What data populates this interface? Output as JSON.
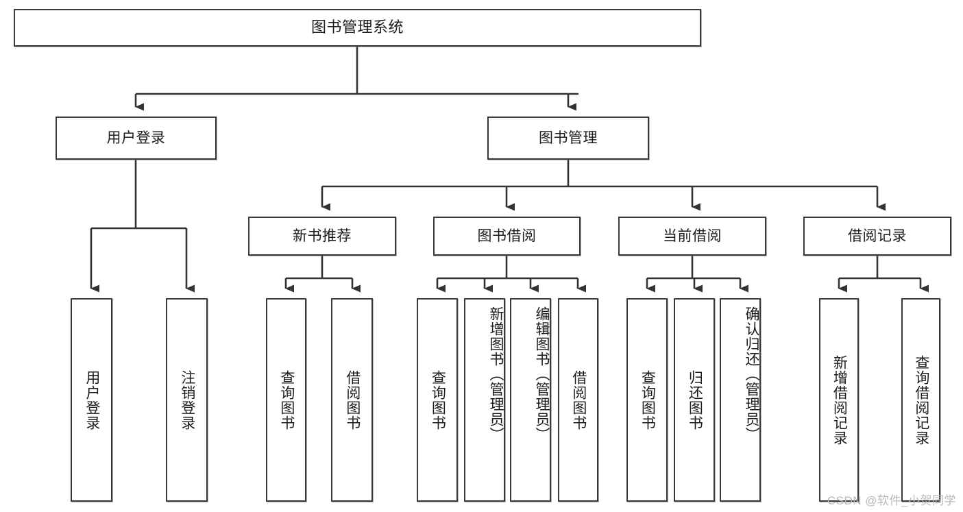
{
  "diagram": {
    "type": "tree-hierarchy",
    "title": "图书管理系统",
    "watermark": "CSDN @软件_小贺同学",
    "colors": {
      "box_border": "#3a3a3a",
      "box_fill": "#ffffff",
      "connector": "#333333",
      "text": "#1c1c1c",
      "watermark": "#b9b9b9"
    },
    "levels": {
      "level0": [
        {
          "id": "root",
          "label": "图书管理系统",
          "orientation": "horizontal"
        }
      ],
      "level1": [
        {
          "id": "login",
          "label": "用户登录",
          "orientation": "horizontal"
        },
        {
          "id": "bookmgmt",
          "label": "图书管理",
          "orientation": "horizontal"
        }
      ],
      "level2": [
        {
          "id": "recommend",
          "label": "新书推荐",
          "orientation": "horizontal",
          "parent": "bookmgmt"
        },
        {
          "id": "borrow",
          "label": "图书借阅",
          "orientation": "horizontal",
          "parent": "bookmgmt"
        },
        {
          "id": "current",
          "label": "当前借阅",
          "orientation": "horizontal",
          "parent": "bookmgmt"
        },
        {
          "id": "records",
          "label": "借阅记录",
          "orientation": "horizontal",
          "parent": "bookmgmt"
        }
      ],
      "level3": [
        {
          "id": "leaf-user-login",
          "label": "用户登录",
          "orientation": "vertical",
          "parent": "login"
        },
        {
          "id": "leaf-logout",
          "label": "注销登录",
          "orientation": "vertical",
          "parent": "login"
        },
        {
          "id": "leaf-query-book-1",
          "label": "查询图书",
          "orientation": "vertical",
          "parent": "recommend"
        },
        {
          "id": "leaf-borrow-book-1",
          "label": "借阅图书",
          "orientation": "vertical",
          "parent": "recommend"
        },
        {
          "id": "leaf-query-book-2",
          "label": "查询图书",
          "orientation": "vertical",
          "parent": "borrow"
        },
        {
          "id": "leaf-add-book",
          "label": "新增图书（管理员）",
          "orientation": "vertical",
          "parent": "borrow"
        },
        {
          "id": "leaf-edit-book",
          "label": "编辑图书（管理员）",
          "orientation": "vertical",
          "parent": "borrow"
        },
        {
          "id": "leaf-borrow-book-2",
          "label": "借阅图书",
          "orientation": "vertical",
          "parent": "borrow"
        },
        {
          "id": "leaf-query-book-3",
          "label": "查询图书",
          "orientation": "vertical",
          "parent": "current"
        },
        {
          "id": "leaf-return-book",
          "label": "归还图书",
          "orientation": "vertical",
          "parent": "current"
        },
        {
          "id": "leaf-confirm-return",
          "label": "确认归还（管理员）",
          "orientation": "vertical",
          "parent": "current"
        },
        {
          "id": "leaf-add-record",
          "label": "新增借阅记录",
          "orientation": "vertical",
          "parent": "records"
        },
        {
          "id": "leaf-query-record",
          "label": "查询借阅记录",
          "orientation": "vertical",
          "parent": "records"
        }
      ]
    }
  }
}
